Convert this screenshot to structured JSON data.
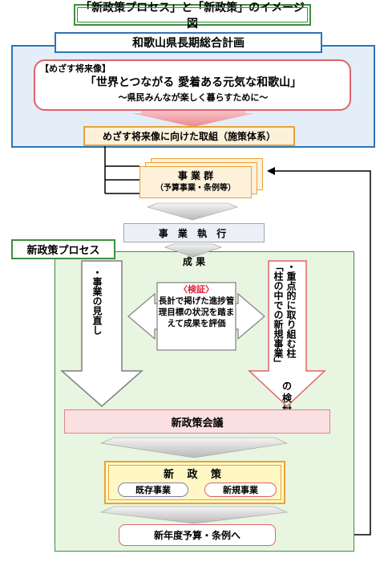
{
  "title": "「新政策プロセス」と「新政策」のイメージ図",
  "plan": {
    "title": "和歌山県長期総合計画",
    "vision_label": "【めざす将来像】",
    "vision_main": "「世界とつながる 愛着ある元気な和歌山」",
    "vision_sub": "～県民みんなが楽しく暮らすために～",
    "measures": "めざす将来像に向けた取組（施策体系）"
  },
  "projects": {
    "title": "事 業 群",
    "subtitle": "（予算事業・条例等）"
  },
  "execution": "事 業 執 行",
  "process": {
    "title": "新政策プロセス",
    "results": "成 果",
    "review": "・事業の見直し",
    "new_projects_line1": "・重点的に取り組む柱",
    "new_projects_line2": "「柱の中での新規事業」",
    "new_projects_tail": "の検討",
    "verify_title": "〈検証〉",
    "verify_body": "長計で掲げた進捗管理目標の状況を踏まえて成果を評価",
    "council": "新政策会議"
  },
  "policy": {
    "title": "新 政 策",
    "existing": "既存事業",
    "new": "新規事業"
  },
  "budget": "新年度予算・条例へ",
  "colors": {
    "green": "#3f8f3f",
    "blue": "#2e74b5",
    "red": "#e0636b",
    "orange": "#e8a33a"
  }
}
